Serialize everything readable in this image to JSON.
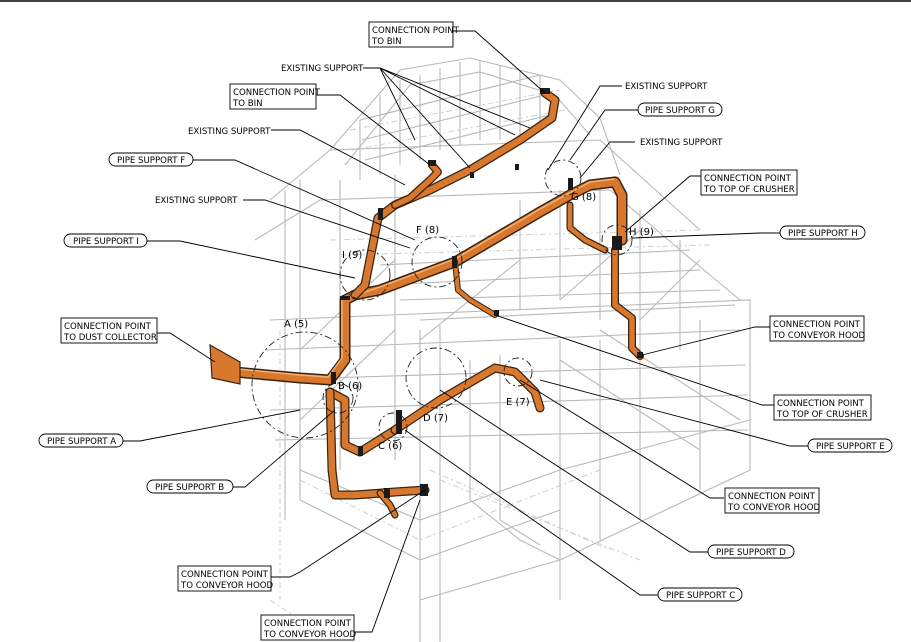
{
  "labels": {
    "conn_bin_top": [
      "CONNECTION POINT",
      "TO BIN"
    ],
    "conn_bin_left": [
      "CONNECTION POINT",
      "TO BIN"
    ],
    "existing_support": "EXISTING SUPPORT",
    "pipe_support_g": "PIPE SUPPORT G",
    "pipe_support_f": "PIPE SUPPORT F",
    "conn_top_crusher_right": [
      "CONNECTION POINT",
      "TO TOP OF CRUSHER"
    ],
    "pipe_support_h": "PIPE SUPPORT H",
    "pipe_support_i": "PIPE SUPPORT I",
    "conn_dust_collector": [
      "CONNECTION POINT",
      "TO DUST COLLECTOR"
    ],
    "conn_conveyor_hood_right": [
      "CONNECTION POINT",
      "TO CONVEYOR HOOD"
    ],
    "conn_top_crusher_lower": [
      "CONNECTION POINT",
      "TO TOP OF CRUSHER"
    ],
    "pipe_support_e": "PIPE SUPPORT E",
    "pipe_support_a": "PIPE SUPPORT A",
    "conn_conveyor_hood_mid": [
      "CONNECTION POINT",
      "TO CONVEYOR HOOD"
    ],
    "pipe_support_b": "PIPE SUPPORT B",
    "pipe_support_d": "PIPE SUPPORT D",
    "conn_conveyor_hood_bottom1": [
      "CONNECTION POINT",
      "TO CONVEYOR HOOD"
    ],
    "pipe_support_c": "PIPE SUPPORT C",
    "conn_conveyor_hood_bottom2": [
      "CONNECTION POINT",
      "TO CONVEYOR HOOD"
    ]
  },
  "tags": {
    "a": "A (5)",
    "b": "B (6)",
    "c": "C (6)",
    "d": "D (7)",
    "e": "E (7)",
    "f": "F (8)",
    "g": "G (8)",
    "h": "H (9)",
    "i": "I (9)"
  },
  "colors": {
    "pipe": "#d8782e",
    "steel": "#b9b9b9",
    "line": "#000000"
  }
}
